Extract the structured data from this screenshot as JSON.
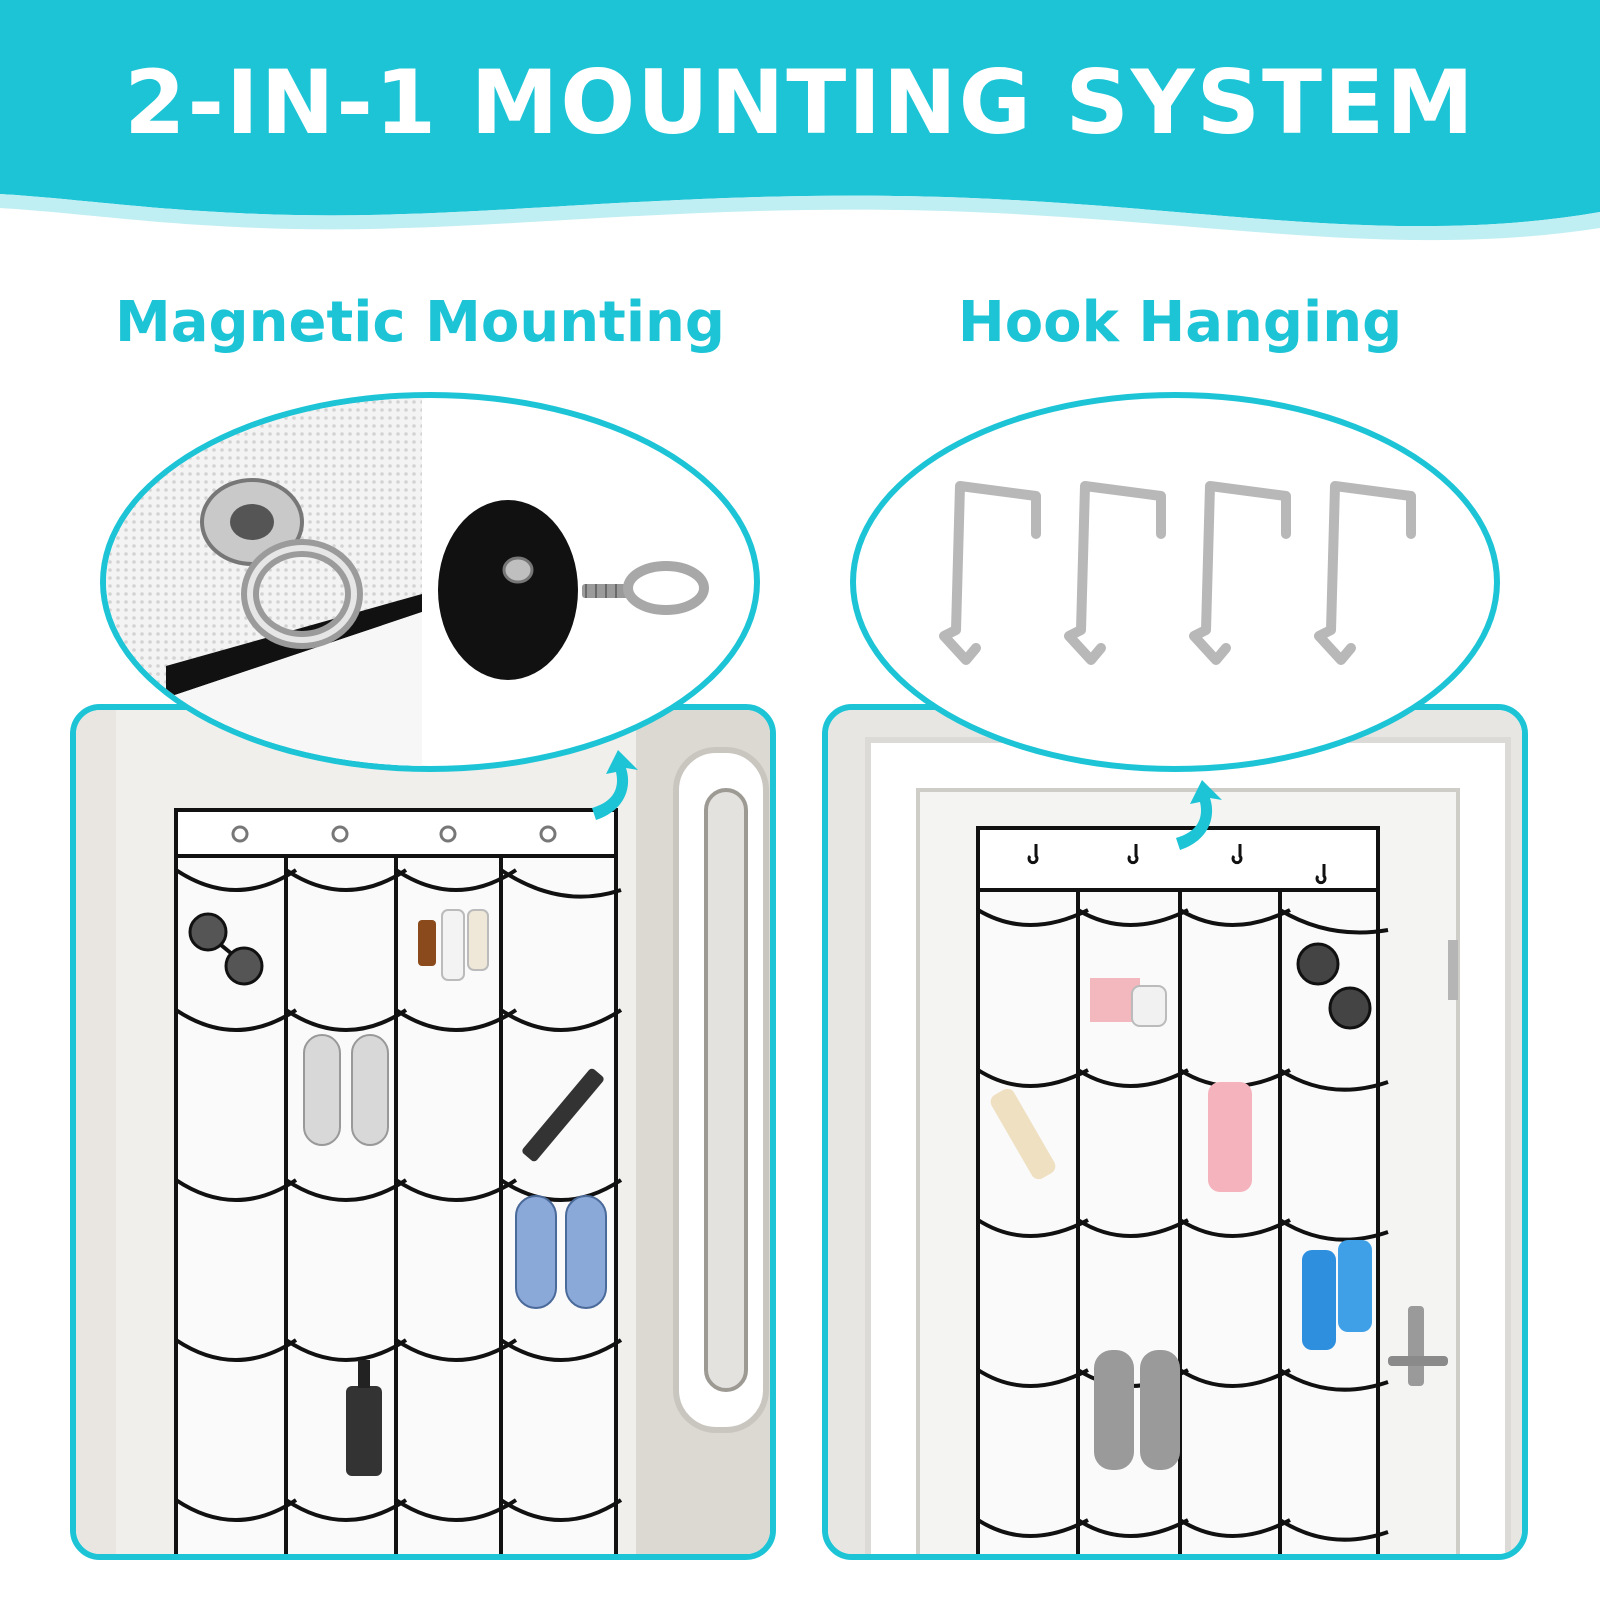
{
  "banner": {
    "title": "2-IN-1 MOUNTING SYSTEM",
    "color": "#1cc4d6"
  },
  "sections": {
    "left": {
      "title": "Magnetic Mounting",
      "icons": [
        "grommet-icon",
        "magnet-icon",
        "eye-screw-icon"
      ]
    },
    "right": {
      "title": "Hook Hanging",
      "icons": [
        "over-door-hook-icon"
      ]
    }
  },
  "colors": {
    "accent": "#1cc4d6",
    "text_title": "#1cc4d6",
    "banner_text": "#ffffff"
  }
}
